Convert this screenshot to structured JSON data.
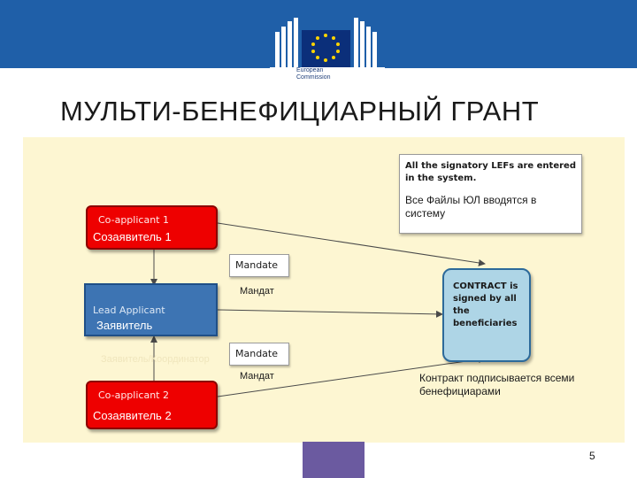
{
  "header": {
    "logo_text": [
      "European",
      "Commission"
    ]
  },
  "title": "МУЛЬТИ-БЕНЕФИЦИАРНЫЙ ГРАНТ",
  "co_applicant_1": {
    "en": "Co-applicant 1",
    "ru": "Созаявитель 1"
  },
  "lead_applicant": {
    "en": "Lead Applicant",
    "ru": "Заявитель"
  },
  "co_applicant_2": {
    "en": "Co-applicant 2",
    "ru": "Созаявитель 2"
  },
  "mandate_1": {
    "en": "Mandate",
    "ru": "Мандат"
  },
  "mandate_2": {
    "en": "Mandate",
    "ru": "Мандат"
  },
  "signatory_box": {
    "en": "All the signatory LEFs are entered in the system.",
    "ru": "Все Файлы ЮЛ вводятся в систему"
  },
  "contract_box": {
    "en": "CONTRACT is signed by all the beneficiaries"
  },
  "contract_caption": "Контракт подписывается всеми бенефициарами",
  "faded_label": "Заявитель/Координатор",
  "page_number": "5",
  "colors": {
    "band": "#1f5fa8",
    "canvas": "#fdf6d2",
    "co_applicant": "#ee0000",
    "lead": "#3d74b3",
    "contract": "#aed5e6"
  }
}
